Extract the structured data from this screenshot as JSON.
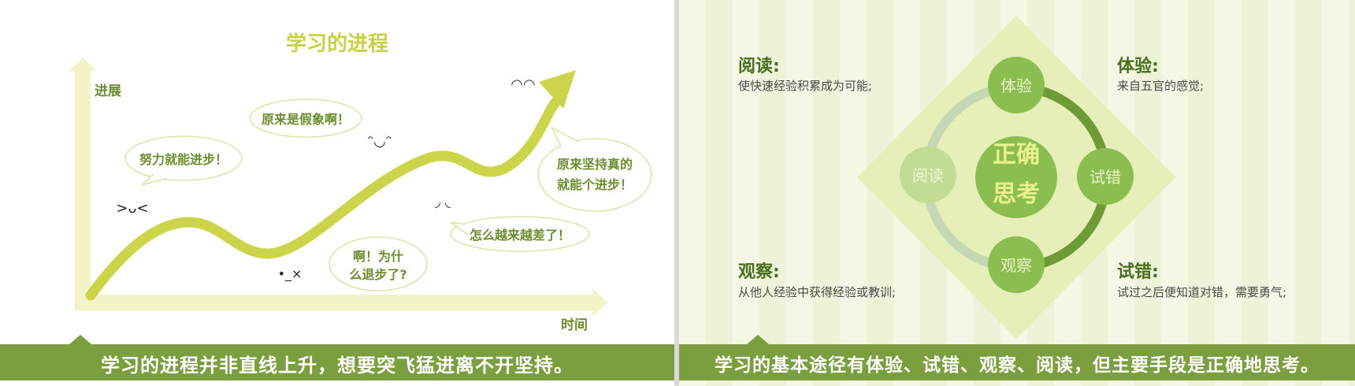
{
  "left_slide": {
    "title": "学习的进程",
    "y_axis_label": "进展",
    "x_axis_label": "时间",
    "bubbles": {
      "b1": "努力就能进步！",
      "b2": "原来是假象啊！",
      "b3_line1": "原来坚持真的",
      "b3_line2": "就能个进步！",
      "b4": "怎么越来越差了！",
      "b5_line1": "啊！为什",
      "b5_line2": "么退步了?"
    },
    "faces": {
      "f1": ">ᴗ<",
      "f2": "ᵔ◡ᵔ",
      "f3": "•_×",
      "f4": "◠◠",
      "f5": "◞ ◟"
    },
    "footer": "学习的进程并非直线上升，想要突飞猛进离不开坚持。"
  },
  "right_slide": {
    "center_line1": "正确",
    "center_line2": "思考",
    "nodes": {
      "top": "体验",
      "right": "试错",
      "bottom": "观察",
      "left": "阅读"
    },
    "items": {
      "reading_title": "阅读:",
      "reading_desc": "使快速经验积累成为可能;",
      "experience_title": "体验:",
      "experience_desc": "来自五官的感觉;",
      "observe_title": "观察:",
      "observe_desc": "从他人经验中获得经验或教训;",
      "trial_title": "试错:",
      "trial_desc": "试过之后便知道对错，需要勇气;"
    },
    "footer": "学习的基本途径有体验、试错、观察、阅读，但主要手段是正确地思考。"
  },
  "colors": {
    "curve": "#ccd44a",
    "axis": "#f2f4c8",
    "dark_green": "#7b9e3e",
    "text_green": "#6b8e2f"
  }
}
